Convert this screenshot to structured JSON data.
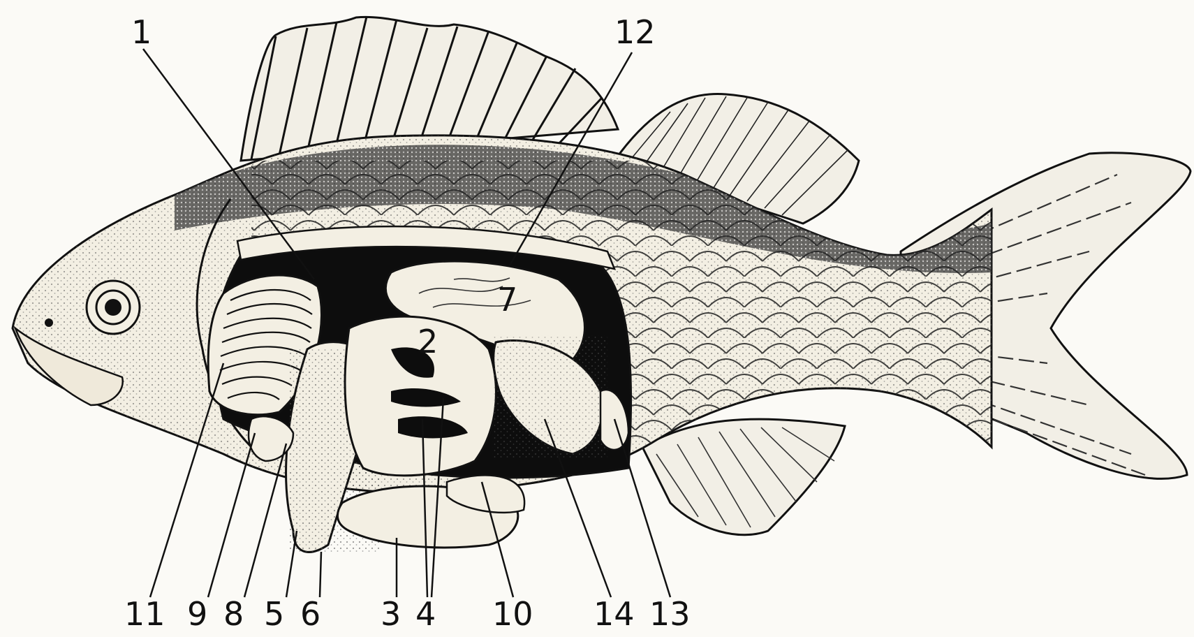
{
  "diagram": {
    "colors": {
      "ink": "#111111",
      "paper": "#fbfaf6",
      "flesh": "#f3efe3",
      "shade": "#2a2a2a",
      "cavity": "#0d0d0d"
    },
    "labels": [
      {
        "id": "1",
        "text": "1"
      },
      {
        "id": "2",
        "text": "2"
      },
      {
        "id": "3",
        "text": "3"
      },
      {
        "id": "4",
        "text": "4"
      },
      {
        "id": "5",
        "text": "5"
      },
      {
        "id": "6",
        "text": "6"
      },
      {
        "id": "7",
        "text": "7"
      },
      {
        "id": "8",
        "text": "8"
      },
      {
        "id": "9",
        "text": "9"
      },
      {
        "id": "10",
        "text": "10"
      },
      {
        "id": "11",
        "text": "11"
      },
      {
        "id": "12",
        "text": "12"
      },
      {
        "id": "13",
        "text": "13"
      },
      {
        "id": "14",
        "text": "14"
      }
    ]
  }
}
